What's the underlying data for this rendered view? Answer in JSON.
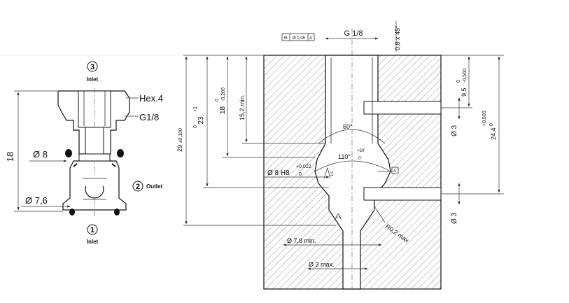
{
  "left_view": {
    "port_top": {
      "number": "3",
      "label": "Inlet"
    },
    "port_side": {
      "number": "2",
      "label": "Outlet"
    },
    "port_bottom": {
      "number": "1",
      "label": "Inlet"
    },
    "callout_hex": "Hex.4",
    "callout_thread": "G1/8",
    "dim_height": "18",
    "dim_d8": "Ø 8",
    "dim_d76": "Ø 7,6"
  },
  "right_view": {
    "tolerance_frame": {
      "symbol": "⊖",
      "value": "Ø 0,05",
      "datum": "A"
    },
    "thread": "G 1/8",
    "chamfer": "0,8 x 45°",
    "dim_29": {
      "nominal": "29",
      "tol": "±0,100"
    },
    "dim_23": {
      "nominal": "23",
      "upper": "+1",
      "lower": "0"
    },
    "dim_18": {
      "nominal": "18",
      "upper": "0",
      "lower": "-0,200"
    },
    "dim_152": "15,2 min.",
    "dim_95": {
      "nominal": "9,5",
      "upper": "0",
      "lower": "-0,500"
    },
    "dim_244": {
      "nominal": "24,4",
      "upper": "+0,500",
      "lower": "0"
    },
    "angle_60": "60°",
    "angle_110": "110°",
    "angle_tol": {
      "upper": "+50'",
      "lower": "0'"
    },
    "bore": {
      "label": "Ø 8 H8",
      "upper": "+0,022",
      "lower": "0"
    },
    "roughness_a": "1.6",
    "roughness_b": "1.6",
    "datum_a": "A",
    "dim_d3_upper": "Ø 3",
    "dim_d3_lower": "Ø 3",
    "radius": "R0,2 max",
    "dim_78": "Ø 7,8 min.",
    "dim_3max": "Ø 3 max."
  }
}
